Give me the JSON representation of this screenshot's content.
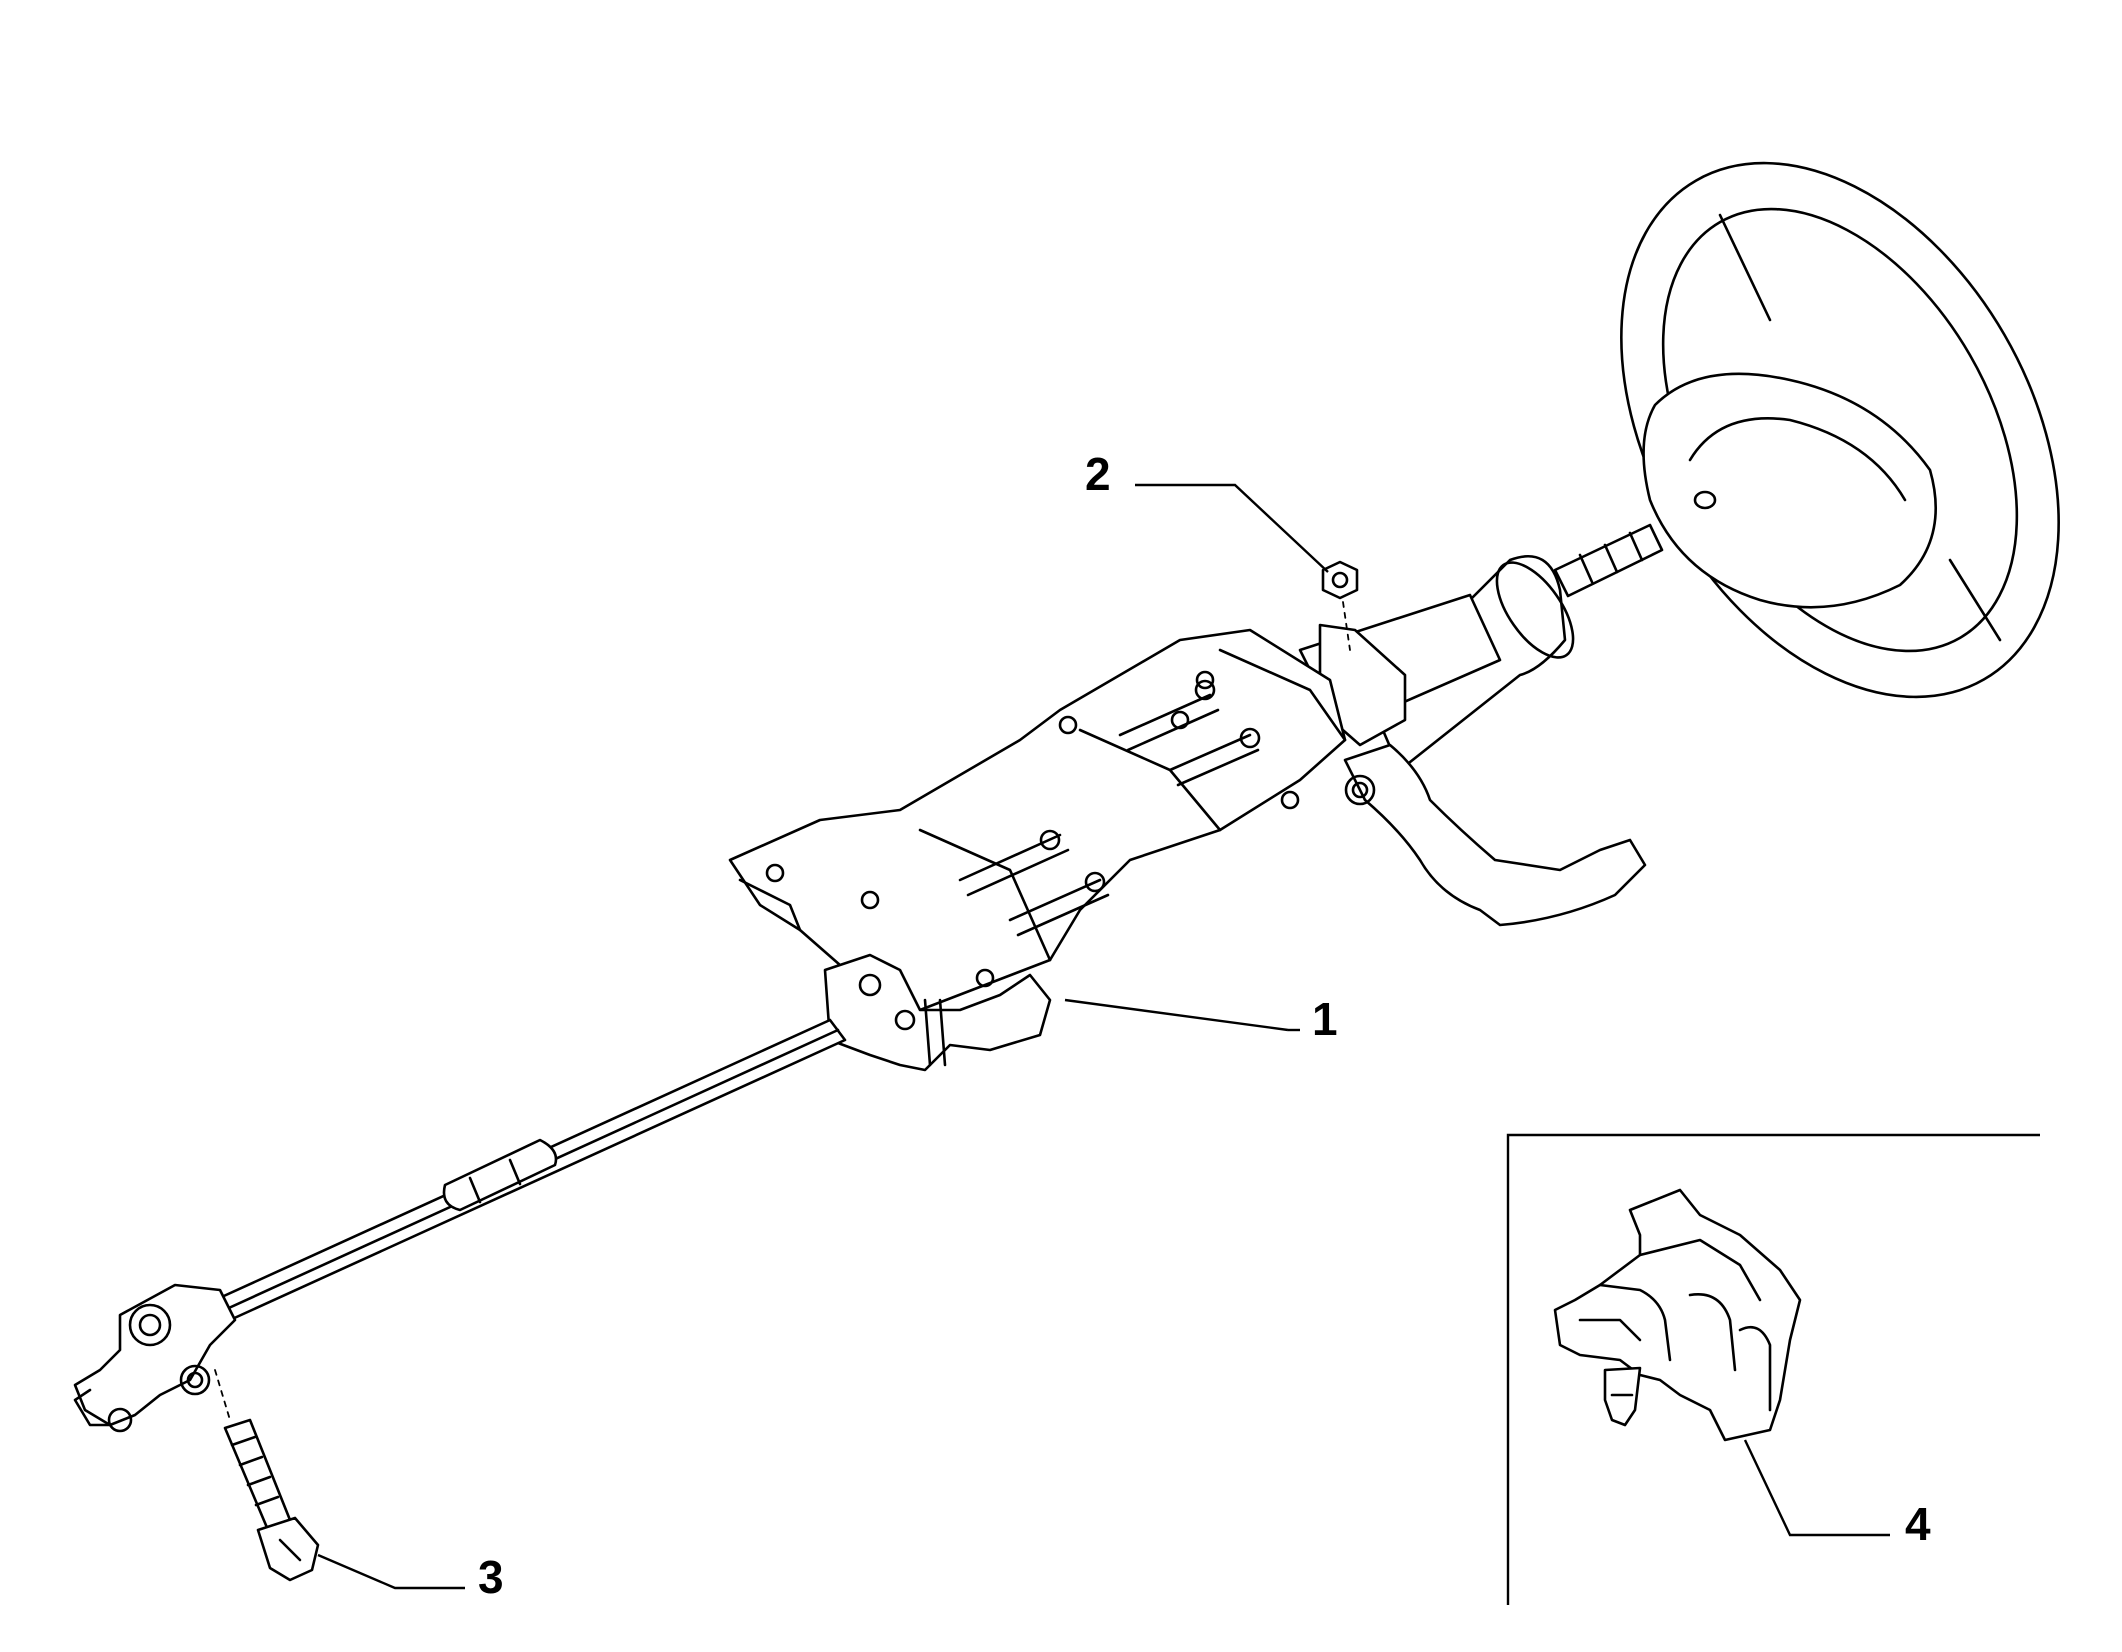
{
  "callouts": {
    "c1": "1",
    "c2": "2",
    "c3": "3",
    "c4": "4"
  },
  "parts": [
    {
      "number": "1",
      "icon": "steering-column-icon"
    },
    {
      "number": "2",
      "icon": "hex-nut-icon"
    },
    {
      "number": "3",
      "icon": "bolt-icon"
    },
    {
      "number": "4",
      "icon": "clip-bracket-icon"
    }
  ],
  "colors": {
    "line": "#000000",
    "background": "#ffffff"
  }
}
